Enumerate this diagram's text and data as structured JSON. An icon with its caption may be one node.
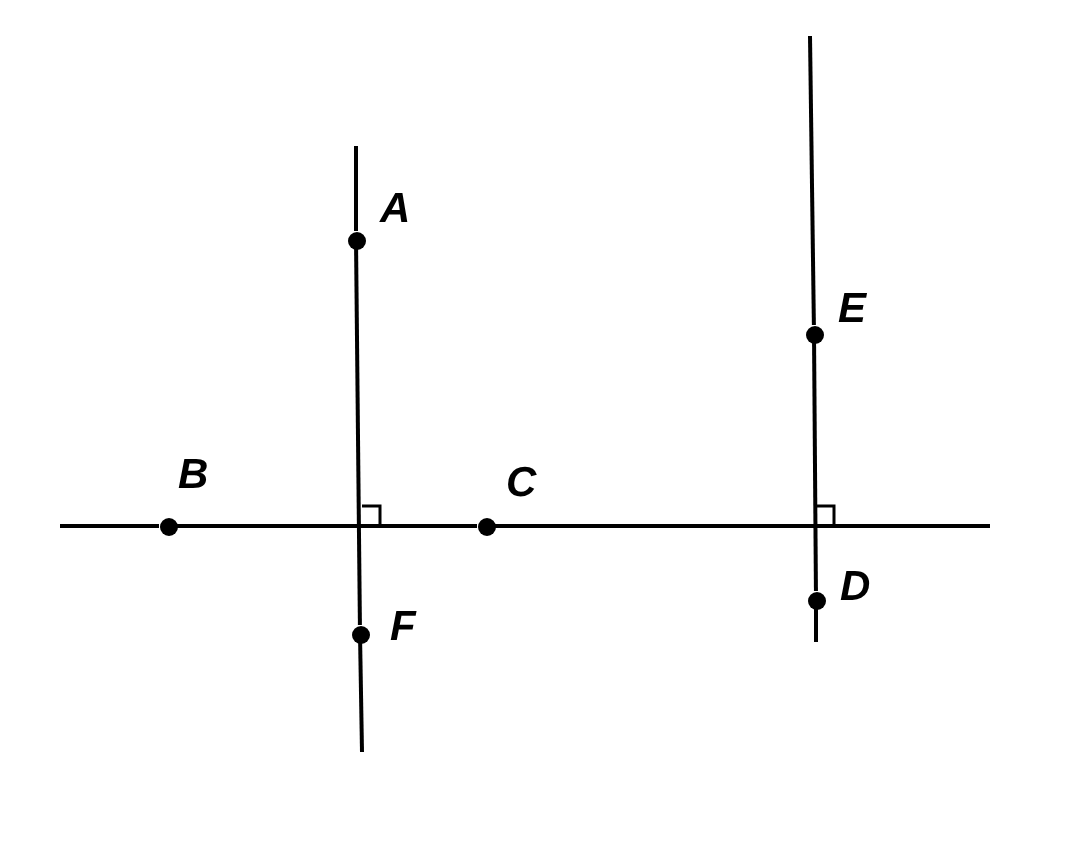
{
  "diagram": {
    "nodes": [
      {
        "text": [
          "A"
        ]
      },
      {
        "text": [
          "E"
        ]
      },
      {
        "text": [
          "B"
        ]
      },
      {
        "text": [
          "C"
        ]
      },
      {
        "text": [
          "D"
        ]
      },
      {
        "text": [
          "F"
        ]
      }
    ],
    "edges": [
      {
        "from": 0,
        "to": 5,
        "arrow": "none"
      },
      {
        "from": 2,
        "to": 3,
        "arrow": "none"
      },
      {
        "from": 1,
        "to": 4,
        "arrow": "none"
      },
      {
        "from": null,
        "to": 0,
        "arrow": "none"
      },
      {
        "from": 5,
        "to": null,
        "arrow": "none"
      },
      {
        "from": null,
        "to": 2,
        "arrow": "none"
      },
      {
        "from": 3,
        "to": null,
        "arrow": "none"
      },
      {
        "from": null,
        "to": 1,
        "arrow": "none"
      },
      {
        "from": 4,
        "to": null,
        "arrow": "none"
      }
    ]
  }
}
